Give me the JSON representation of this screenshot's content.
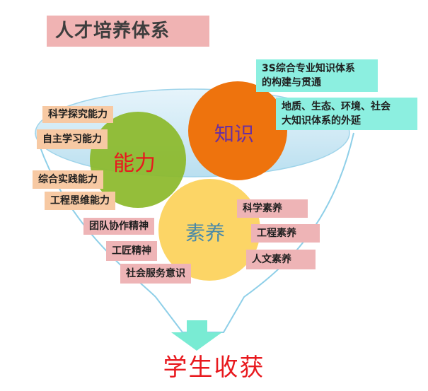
{
  "title": "人才培养体系",
  "circles": {
    "ability": "能力",
    "knowledge": "知识",
    "literacy": "素养"
  },
  "ability_tags": [
    "科学探究能力",
    "自主学习能力",
    "综合实践能力",
    "工程思维能力"
  ],
  "knowledge_tags": [
    "3S综合专业知识体系\n的构建与贯通",
    "地质、生态、环境、社会\n大知识体系的外延"
  ],
  "literacy_left_tags": [
    "团队协作精神",
    "工匠精神",
    "社会服务意识"
  ],
  "literacy_right_tags": [
    "科学素养",
    "工程素养",
    "人文素养"
  ],
  "result": "学生收获",
  "colors": {
    "ability_circle": "#8cb92b",
    "knowledge_circle": "#ee730d",
    "literacy_circle": "#fcd566",
    "funnel_top": "#cfe9f5",
    "arrow": "#79ebd3",
    "ability_text": "#e8191e",
    "knowledge_text": "#6a2fa0",
    "literacy_text": "#4a8aa8",
    "result_text": "#e8191e"
  }
}
